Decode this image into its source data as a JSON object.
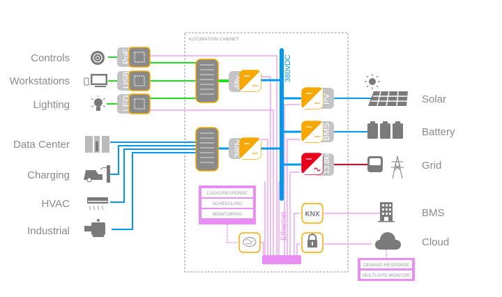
{
  "cabinet": {
    "title": "AUTOMATION CABINET"
  },
  "bus": {
    "label": "380vDC",
    "ethernet_label": "Ethernet"
  },
  "left_loads": [
    {
      "label": "Controls",
      "icon": "controls-icon"
    },
    {
      "label": "Workstations",
      "icon": "workstation-icon"
    },
    {
      "label": "Lighting",
      "icon": "lightbulb-icon"
    },
    {
      "label": "Data Center",
      "icon": "data-center-icon"
    },
    {
      "label": "Charging",
      "icon": "ev-charging-icon"
    },
    {
      "label": "HVAC",
      "icon": "hvac-icon"
    },
    {
      "label": "Industrial",
      "icon": "motor-icon"
    }
  ],
  "port_modules": [
    {
      "label": "PoE"
    },
    {
      "label": "USB"
    },
    {
      "label": "LED"
    }
  ],
  "converters": {
    "low_voltage": "48v",
    "high_voltage": "380v",
    "pv": "PV",
    "bms": "BMS",
    "grid": "13.8kv"
  },
  "right_sources": [
    {
      "label": "Solar",
      "icon": "solar-panel-icon"
    },
    {
      "label": "Battery",
      "icon": "battery-icon"
    },
    {
      "label": "Grid",
      "icon": "grid-meter-icon"
    },
    {
      "label": "BMS",
      "icon": "building-icon"
    },
    {
      "label": "Cloud",
      "icon": "cloud-icon"
    }
  ],
  "knx_label": "KNX",
  "software_box": [
    "LOGIC/RESPONSE",
    "SCHEDULING",
    "MONITORING"
  ],
  "cloud_box": [
    "DEMAND RESPONSE",
    "MULTI-SITE MONITOR"
  ],
  "colors": {
    "dc_bus": "#0099ee",
    "low_voltage": "#22dd22",
    "ethernet": "#e98ef2",
    "converter": "#f7a800",
    "grid": "#e8001c",
    "module_gray": "#8a8a8a",
    "tag_gray": "#c4c4c4"
  }
}
